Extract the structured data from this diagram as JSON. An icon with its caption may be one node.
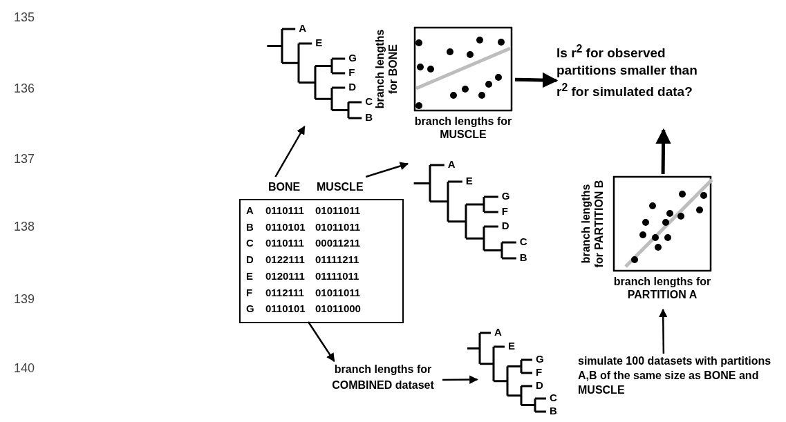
{
  "diagram": {
    "nodes": [
      {
        "text": [
          "BONE",
          "MUSCLE",
          "A",
          "0110111",
          "01011011",
          "B",
          "0110101",
          "01011011",
          "C",
          "0110111",
          "00011211",
          "D",
          "0122111",
          "01111211",
          "E",
          "0120111",
          "01111011",
          "F",
          "0112111",
          "01011011",
          "G",
          "0110101",
          "01011000"
        ]
      },
      {
        "text": [
          "A",
          "E",
          "G",
          "F",
          "D",
          "C",
          "B"
        ]
      },
      {
        "text": [
          "branch lengths for BONE",
          "branch lengths for MUSCLE"
        ]
      },
      {
        "text": [
          "Is **r**$^{2}$ for observed partitions smaller than **r**$^{2}$ for simulated data?"
        ]
      },
      {
        "text": [
          "A",
          "E",
          "G",
          "F",
          "D",
          "C",
          "B"
        ]
      },
      {
        "text": [
          "branch lengths for PARTITION B",
          "branch lengths for PARTITION A"
        ]
      },
      {
        "text": [
          "branch lengths for COMBINED dataset"
        ]
      },
      {
        "text": [
          "A",
          "E",
          "G",
          "F",
          "D",
          "C",
          "B"
        ]
      },
      {
        "text": [
          "simulate 100 datasets with partitions A,B of the same size as BONE and MUSCLE"
        ]
      }
    ],
    "edges": [
      {
        "from": 0,
        "to": 1,
        "arrow": "to"
      },
      {
        "from": 2,
        "to": 3,
        "arrow": "to",
        "style": "thick"
      },
      {
        "from": 0,
        "to": 4,
        "arrow": "to"
      },
      {
        "from": 5,
        "to": 3,
        "arrow": "to",
        "style": "thick"
      },
      {
        "from": 0,
        "to": 6,
        "arrow": "to"
      },
      {
        "from": 6,
        "to": 7,
        "arrow": "to"
      },
      {
        "from": 8,
        "to": 5,
        "arrow": "to"
      }
    ],
    "labels": [
      "135",
      "136",
      "137",
      "138",
      "139",
      "140"
    ]
  }
}
